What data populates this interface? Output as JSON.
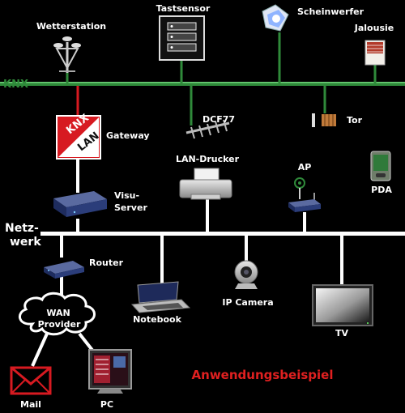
{
  "bus": {
    "knx_label": "KNX",
    "net_label_line1": "Netz-",
    "net_label_line2": "werk"
  },
  "devices": {
    "wetterstation": "Wetterstation",
    "tastsensor": "Tastsensor",
    "scheinwerfer": "Scheinwerfer",
    "jalousie": "Jalousie",
    "gateway": "Gateway",
    "gateway_badge_top": "KNX",
    "gateway_badge_bottom": "LAN",
    "dcf77": "DCF77",
    "tor": "Tor",
    "lan_drucker": "LAN-Drucker",
    "ap": "AP",
    "pda": "PDA",
    "visu_server_line1": "Visu-",
    "visu_server_line2": "Server",
    "router": "Router",
    "ip_camera": "IP Camera",
    "notebook": "Notebook",
    "tv": "TV",
    "wan_line1": "WAN",
    "wan_line2": "Provider",
    "mail": "Mail",
    "pc": "PC"
  },
  "caption": "Anwendungsbeispiel",
  "colors": {
    "knx_bus": "#2f8a3a",
    "lan_bus": "#ffffff",
    "gateway_red": "#d71a21",
    "caption_red": "#e02020"
  }
}
